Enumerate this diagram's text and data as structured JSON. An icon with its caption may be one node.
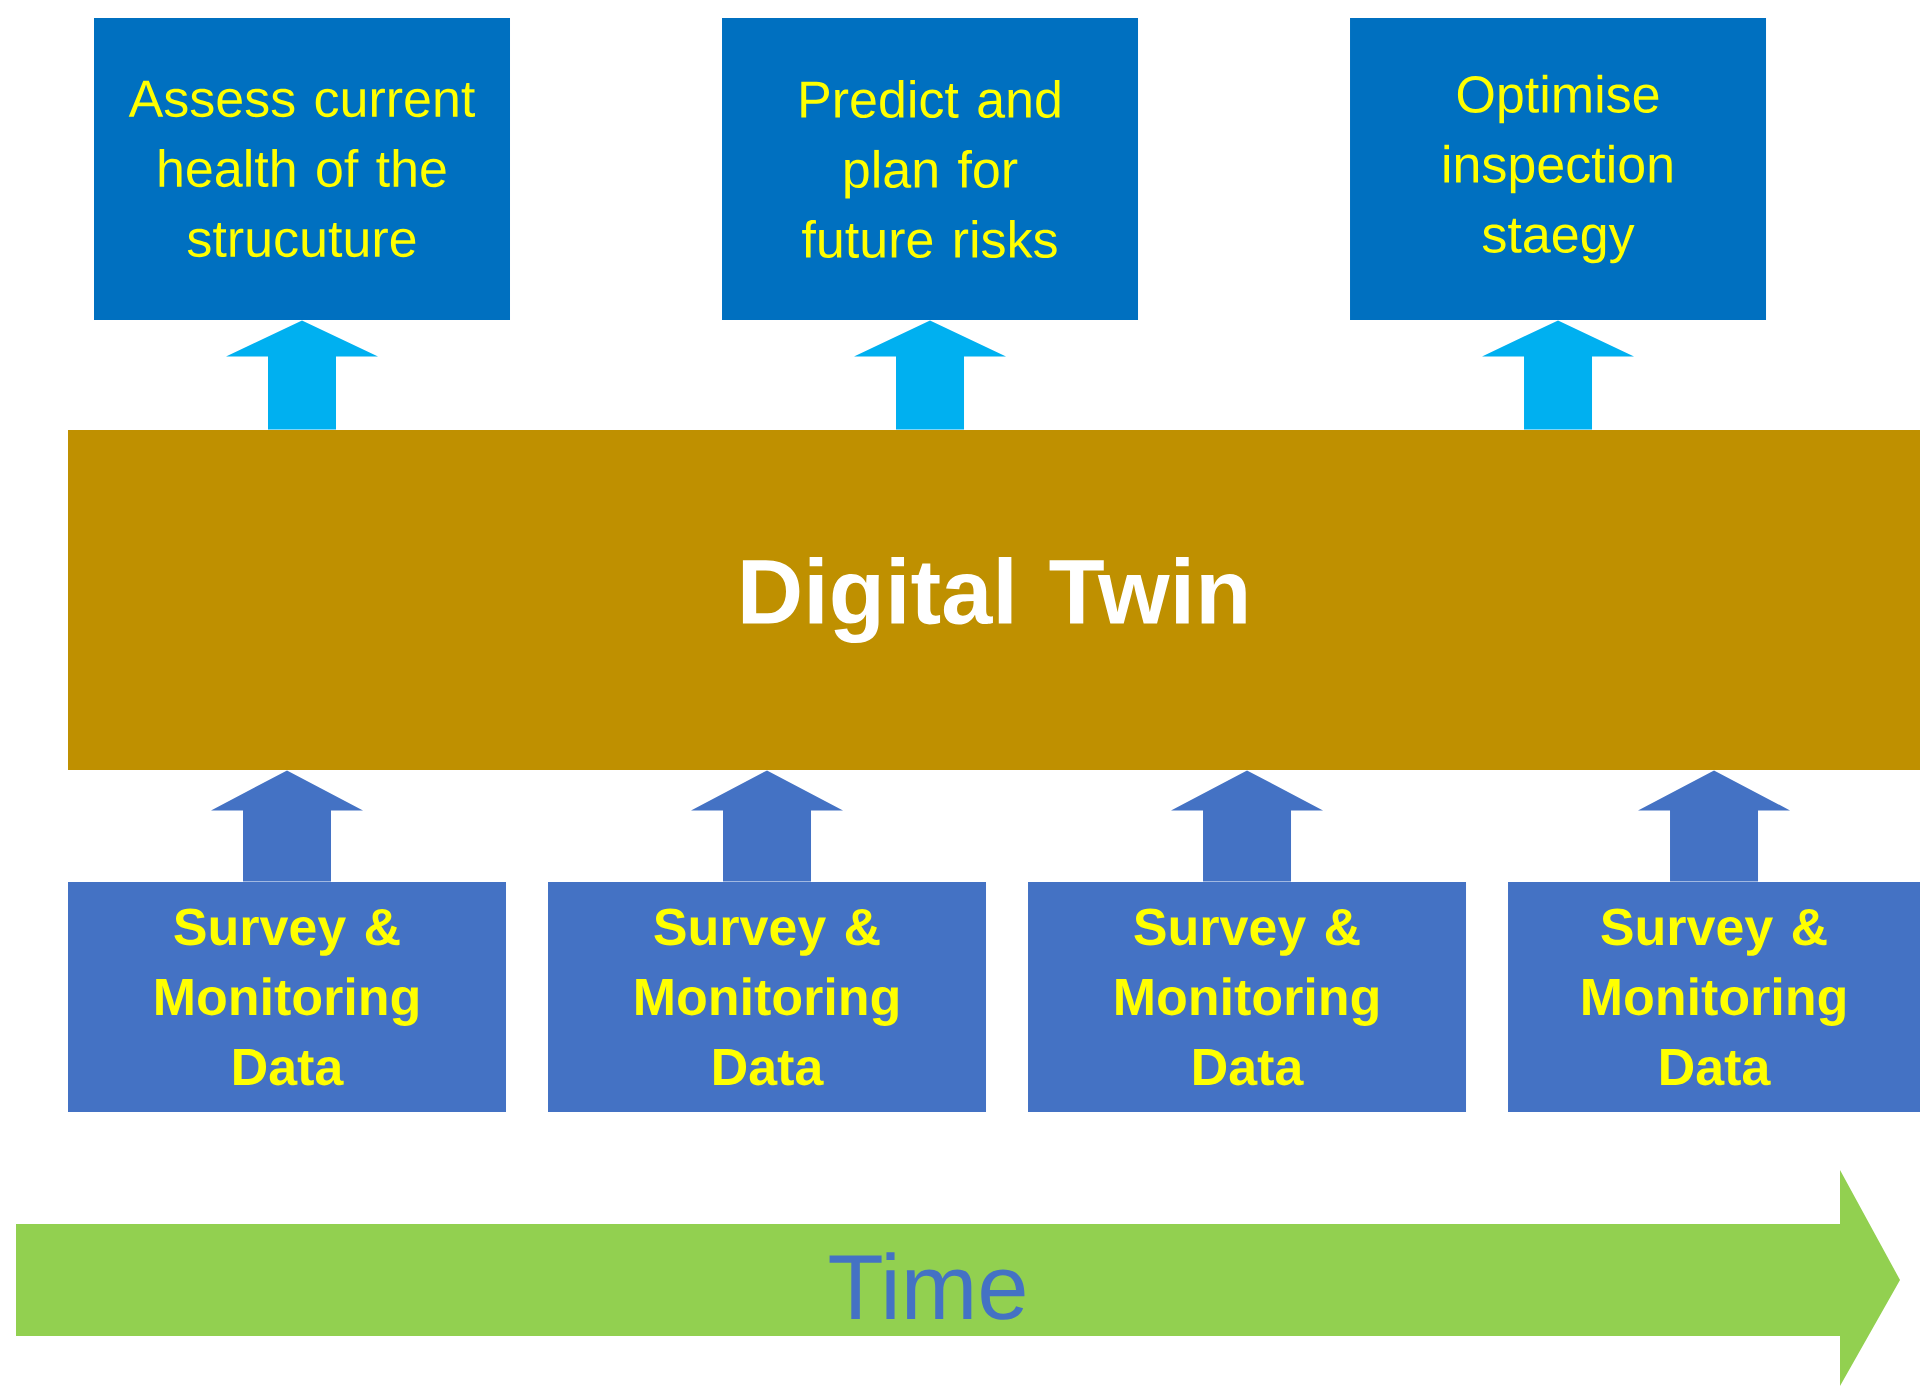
{
  "diagram": {
    "nodes": [
      {
        "text": [
          "Digital Twin"
        ]
      },
      {
        "text": [
          "Assess current health of the strucuture"
        ]
      },
      {
        "text": [
          "Predict and plan for future risks"
        ]
      },
      {
        "text": [
          "Optimise inspection staegy"
        ]
      },
      {
        "text": [
          "Survey & Monitoring Data"
        ]
      },
      {
        "text": [
          "Survey & Monitoring Data"
        ]
      },
      {
        "text": [
          "Survey & Monitoring Data"
        ]
      },
      {
        "text": [
          "Survey & Monitoring Data"
        ]
      },
      {
        "text": [
          "Time"
        ]
      }
    ],
    "edges": [
      {
        "from": 0,
        "to": 1,
        "arrow": "to",
        "color": "#00b0f0"
      },
      {
        "from": 0,
        "to": 2,
        "arrow": "to",
        "color": "#00b0f0"
      },
      {
        "from": 0,
        "to": 3,
        "arrow": "to",
        "color": "#00b0f0"
      },
      {
        "from": 4,
        "to": 0,
        "arrow": "to"
      },
      {
        "from": 5,
        "to": 0,
        "arrow": "to"
      },
      {
        "from": 6,
        "to": 0,
        "arrow": "to"
      },
      {
        "from": 7,
        "to": 0,
        "arrow": "to"
      }
    ]
  }
}
